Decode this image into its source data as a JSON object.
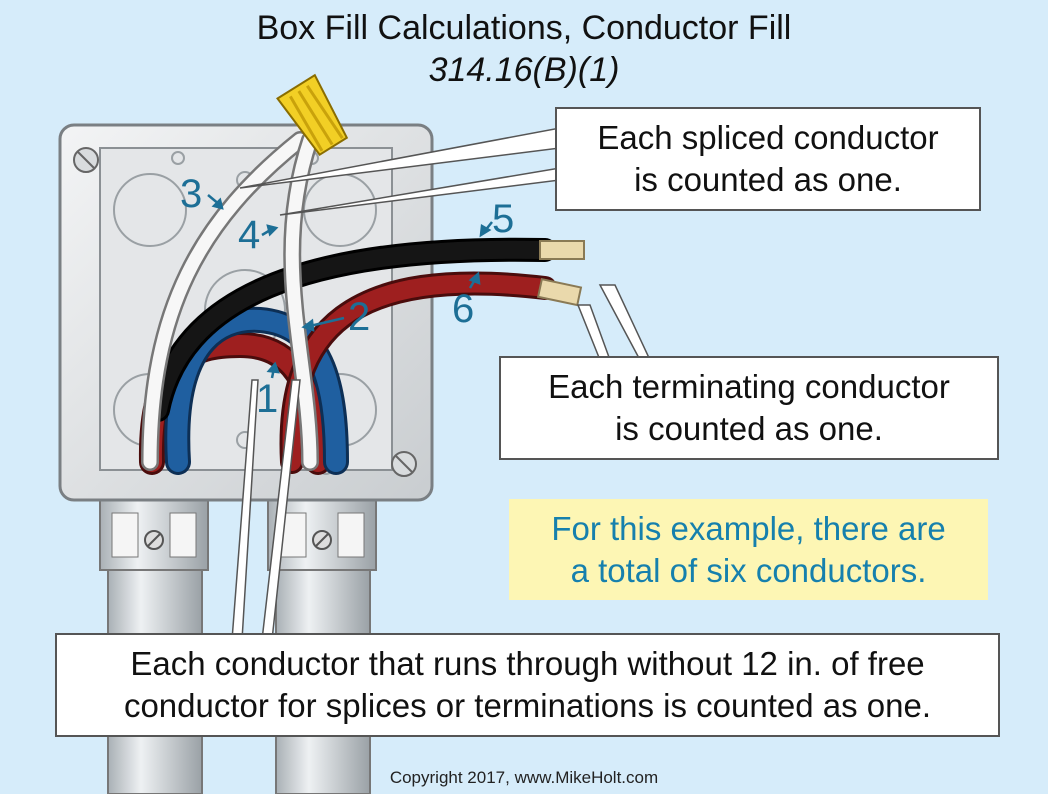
{
  "title": "Box Fill Calculations, Conductor Fill",
  "subtitle": "314.16(B)(1)",
  "callouts": {
    "spliced": [
      "Each spliced conductor",
      "is counted as one."
    ],
    "terminating": [
      "Each terminating conductor",
      "is counted as one."
    ],
    "running": [
      "Each conductor that runs through without 12 in. of free",
      "conductor for splices or terminations is counted as one."
    ]
  },
  "note": [
    "For this example, there are",
    "a total of six conductors."
  ],
  "labels": [
    "1",
    "2",
    "3",
    "4",
    "5",
    "6"
  ],
  "copyright": "Copyright 2017, www.MikeHolt.com",
  "colors": {
    "background": "#d6ecfa",
    "note_fill": "#fdf6b4",
    "note_text": "#1680ad",
    "label_text": "#1d6f96",
    "wire_black": "#151515",
    "wire_red": "#9e1f1f",
    "wire_blue": "#1f5fa0",
    "wire_white": "#f7f7f7",
    "wire_nut": "#f2cf25"
  }
}
